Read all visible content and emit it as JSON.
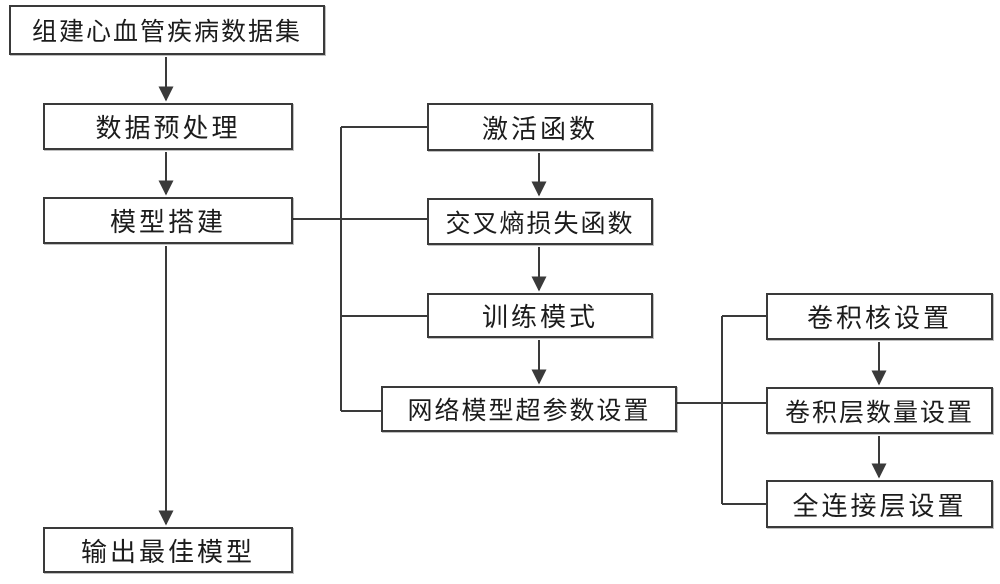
{
  "diagram": {
    "type": "flowchart",
    "background_color": "#ffffff",
    "line_color": "#3a3a3a",
    "box_fill": "#ffffff",
    "text_color": "#1c1c1c",
    "nodes": {
      "build_dataset": {
        "label": "组建心血管疾病数据集"
      },
      "preprocess": {
        "label": "数据预处理"
      },
      "model_build": {
        "label": "模型搭建"
      },
      "activation": {
        "label": "激活函数"
      },
      "cross_entropy": {
        "label": "交叉熵损失函数"
      },
      "train_mode": {
        "label": "训练模式"
      },
      "hyperparams": {
        "label": "网络模型超参数设置"
      },
      "conv_kernel": {
        "label": "卷积核设置"
      },
      "conv_layers": {
        "label": "卷积层数量设置"
      },
      "fc_layer": {
        "label": "全连接层设置"
      },
      "output_model": {
        "label": "输出最佳模型"
      }
    },
    "edges": [
      {
        "from": "build_dataset",
        "to": "preprocess",
        "style": "arrow"
      },
      {
        "from": "preprocess",
        "to": "model_build",
        "style": "arrow"
      },
      {
        "from": "model_build",
        "to": "output_model",
        "style": "arrow"
      },
      {
        "from": "model_build",
        "to": "activation",
        "style": "line-branch"
      },
      {
        "from": "model_build",
        "to": "cross_entropy",
        "style": "line-branch"
      },
      {
        "from": "model_build",
        "to": "train_mode",
        "style": "line-branch"
      },
      {
        "from": "model_build",
        "to": "hyperparams",
        "style": "line-branch"
      },
      {
        "from": "activation",
        "to": "cross_entropy",
        "style": "arrow"
      },
      {
        "from": "cross_entropy",
        "to": "train_mode",
        "style": "arrow"
      },
      {
        "from": "train_mode",
        "to": "hyperparams",
        "style": "arrow"
      },
      {
        "from": "hyperparams",
        "to": "conv_kernel",
        "style": "line-branch"
      },
      {
        "from": "hyperparams",
        "to": "conv_layers",
        "style": "line-branch"
      },
      {
        "from": "hyperparams",
        "to": "fc_layer",
        "style": "line-branch"
      },
      {
        "from": "conv_kernel",
        "to": "conv_layers",
        "style": "arrow"
      },
      {
        "from": "conv_layers",
        "to": "fc_layer",
        "style": "arrow"
      }
    ]
  }
}
